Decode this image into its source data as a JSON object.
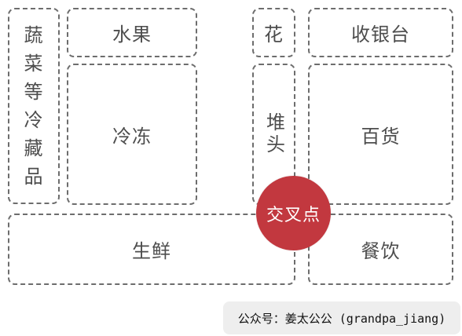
{
  "zones": {
    "vegetables": "蔬菜等冷藏品",
    "fruit": "水果",
    "flowers": "花",
    "cashier": "收银台",
    "frozen": "冷冻",
    "end_cap": "堆头",
    "general_goods": "百货",
    "fresh": "生鲜",
    "dining": "餐饮"
  },
  "intersection_label": "交叉点",
  "credit": "公众号：姜太公公 (grandpa_jiang)",
  "colors": {
    "dashed_border": "#6d6d6d",
    "intersection_fill": "#c2383f",
    "credit_background": "#eeeeee"
  }
}
